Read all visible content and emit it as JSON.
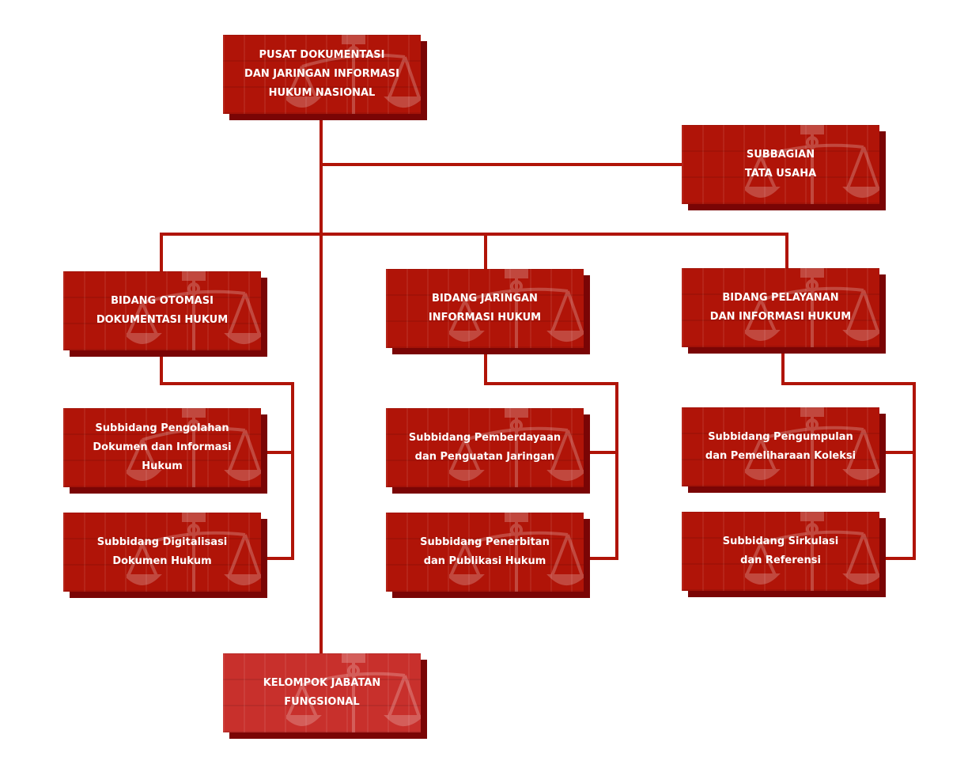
{
  "colors": {
    "box": "#b01408",
    "box_light": "#c8302c",
    "shadow": "#7a0505",
    "line": "#b01408"
  },
  "nodes": {
    "pusat": "PUSAT DOKUMENTASI\nDAN JARINGAN INFORMASI\nHUKUM NASIONAL",
    "tata_usaha": "SUBBAGIAN\nTATA USAHA",
    "otomasi": "BIDANG OTOMASI\nDOKUMENTASI HUKUM",
    "jaringan": "BIDANG JARINGAN\nINFORMASI HUKUM",
    "pelayanan": "BIDANG PELAYANAN\nDAN INFORMASI HUKUM",
    "pengolahan": "Subbidang Pengolahan\nDokumen dan Informasi\nHukum",
    "digitalisasi": "Subbidang Digitalisasi\nDokumen Hukum",
    "pemberdayaan": "Subbidang Pemberdayaan\ndan Penguatan Jaringan",
    "penerbitan": "Subbidang Penerbitan\ndan Publikasi Hukum",
    "pengumpulan": "Subbidang Pengumpulan\ndan Pemeliharaan Koleksi",
    "sirkulasi": "Subbidang Sirkulasi\ndan Referensi",
    "fungsional": "KELOMPOK JABATAN\nFUNGSIONAL"
  }
}
